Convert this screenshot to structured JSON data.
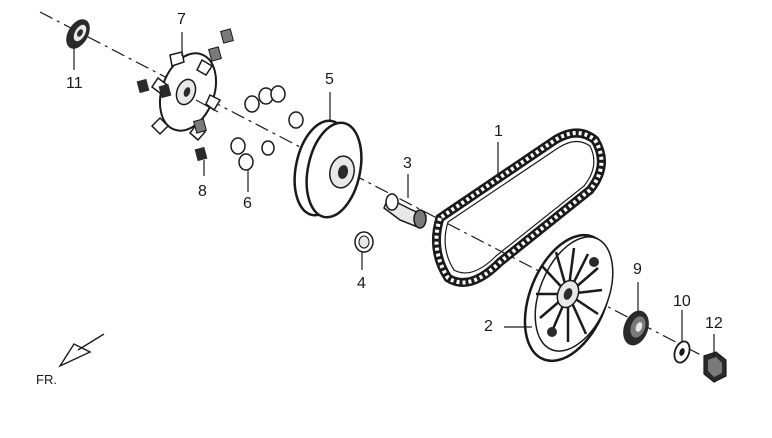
{
  "diagram": {
    "direction_label": "FR.",
    "parts": [
      {
        "number": "1",
        "name": "drive-belt"
      },
      {
        "number": "2",
        "name": "movable-drive-face"
      },
      {
        "number": "3",
        "name": "collar"
      },
      {
        "number": "4",
        "name": "bushing"
      },
      {
        "number": "5",
        "name": "drive-pulley-face"
      },
      {
        "number": "6",
        "name": "weight-roller"
      },
      {
        "number": "7",
        "name": "ramp-plate"
      },
      {
        "number": "8",
        "name": "slider"
      },
      {
        "number": "9",
        "name": "one-way-clutch"
      },
      {
        "number": "10",
        "name": "washer"
      },
      {
        "number": "11",
        "name": "oil-seal"
      },
      {
        "number": "12",
        "name": "nut"
      }
    ],
    "colors": {
      "line": "#1a1a1a",
      "fill_dark": "#2a2a2a",
      "fill_mid": "#7a7a7a",
      "fill_light": "#e8e8e8"
    }
  }
}
